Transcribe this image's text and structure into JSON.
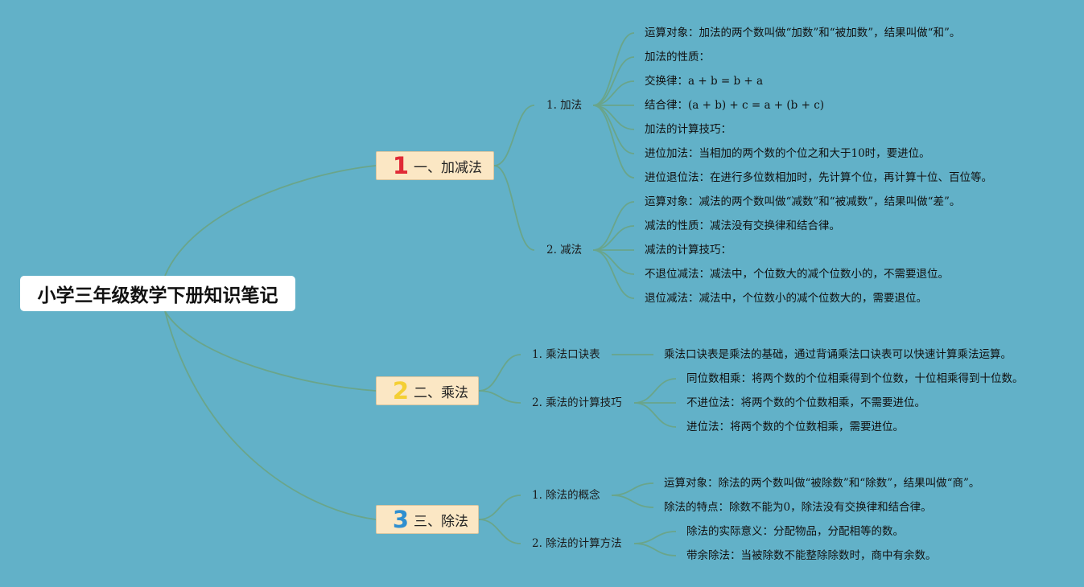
{
  "root": {
    "title": "小学三年级数学下册知识笔记"
  },
  "branches": [
    {
      "number": "1",
      "label": "一、加减法",
      "color": "#e02a36",
      "subs": [
        {
          "label": "1. 加法",
          "leaves": [
            "运算对象：加法的两个数叫做“加数”和“被加数”，结果叫做“和”。",
            "加法的性质：",
            "交换律：a + b = b + a",
            "结合律：(a + b) + c = a + (b + c)",
            "加法的计算技巧：",
            "进位加法：当相加的两个数的个位之和大于10时，要进位。",
            "进位退位法：在进行多位数相加时，先计算个位，再计算十位、百位等。"
          ]
        },
        {
          "label": "2. 减法",
          "leaves": [
            "运算对象：减法的两个数叫做“减数”和“被减数”，结果叫做“差”。",
            "减法的性质：减法没有交换律和结合律。",
            "减法的计算技巧：",
            "不退位减法：减法中，个位数大的减个位数小的，不需要退位。",
            "退位减法：减法中，个位数小的减个位数大的，需要退位。"
          ]
        }
      ]
    },
    {
      "number": "2",
      "label": "二、乘法",
      "color": "#f4cf34",
      "subs": [
        {
          "label": "1. 乘法口诀表",
          "leaves": [
            "乘法口诀表是乘法的基础，通过背诵乘法口诀表可以快速计算乘法运算。"
          ]
        },
        {
          "label": "2. 乘法的计算技巧",
          "leaves": [
            "同位数相乘：将两个数的个位相乘得到个位数，十位相乘得到十位数。",
            "不进位法：将两个数的个位数相乘，不需要进位。",
            "进位法：将两个数的个位数相乘，需要进位。"
          ]
        }
      ]
    },
    {
      "number": "3",
      "label": "三、除法",
      "color": "#2f8fd0",
      "subs": [
        {
          "label": "1. 除法的概念",
          "leaves": [
            "运算对象：除法的两个数叫做“被除数”和“除数”，结果叫做“商”。",
            "除法的特点：除数不能为0，除法没有交换律和结合律。"
          ]
        },
        {
          "label": "2. 除法的计算方法",
          "leaves": [
            "除法的实际意义：分配物品，分配相等的数。",
            "带余除法：当被除数不能整除除数时，商中有余数。"
          ]
        }
      ]
    }
  ],
  "colors": {
    "background": "#62b1c8",
    "connector": "#6aa58a",
    "branch_fill": "#fbe7c4"
  }
}
